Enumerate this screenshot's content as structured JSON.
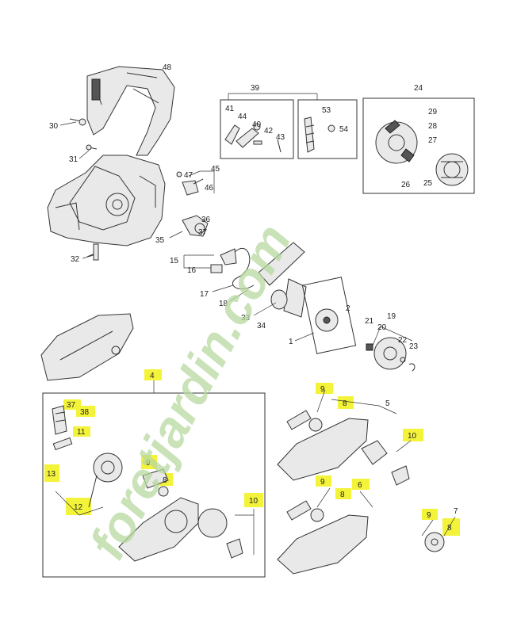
{
  "watermark": {
    "text": "foretjardin.com",
    "color_main": "#b7d9a0",
    "color_accent": "#d7b98a"
  },
  "highlight_color": "#f3f33a",
  "callouts": {
    "c48": "48",
    "c30": "30",
    "c31": "31",
    "c32": "32",
    "c39": "39",
    "c41": "41",
    "c44": "44",
    "c40": "40",
    "c42": "42",
    "c43": "43",
    "c53": "53",
    "c54": "54",
    "c24": "24",
    "c29": "29",
    "c28": "28",
    "c27": "27",
    "c26": "26",
    "c25": "25",
    "c47": "47",
    "c45": "45",
    "c46": "46",
    "c36": "36",
    "c35": "35",
    "c37a": "37",
    "c15": "15",
    "c16": "16",
    "c17": "17",
    "c18": "18",
    "c33": "33",
    "c34": "34",
    "c2": "2",
    "c1": "1",
    "c19": "19",
    "c21": "21",
    "c20": "20",
    "c22": "22",
    "c23": "23",
    "c4": "4",
    "c37": "37",
    "c38": "38",
    "c11": "11",
    "c13": "13",
    "c12": "12",
    "c9a": "9",
    "c8a": "8",
    "c10a": "10",
    "c9b": "9",
    "c8b": "8",
    "c5": "5",
    "c10b": "10",
    "c9c": "9",
    "c8c": "8",
    "c6": "6",
    "c9d": "9",
    "c7": "7",
    "c8d": "8"
  }
}
